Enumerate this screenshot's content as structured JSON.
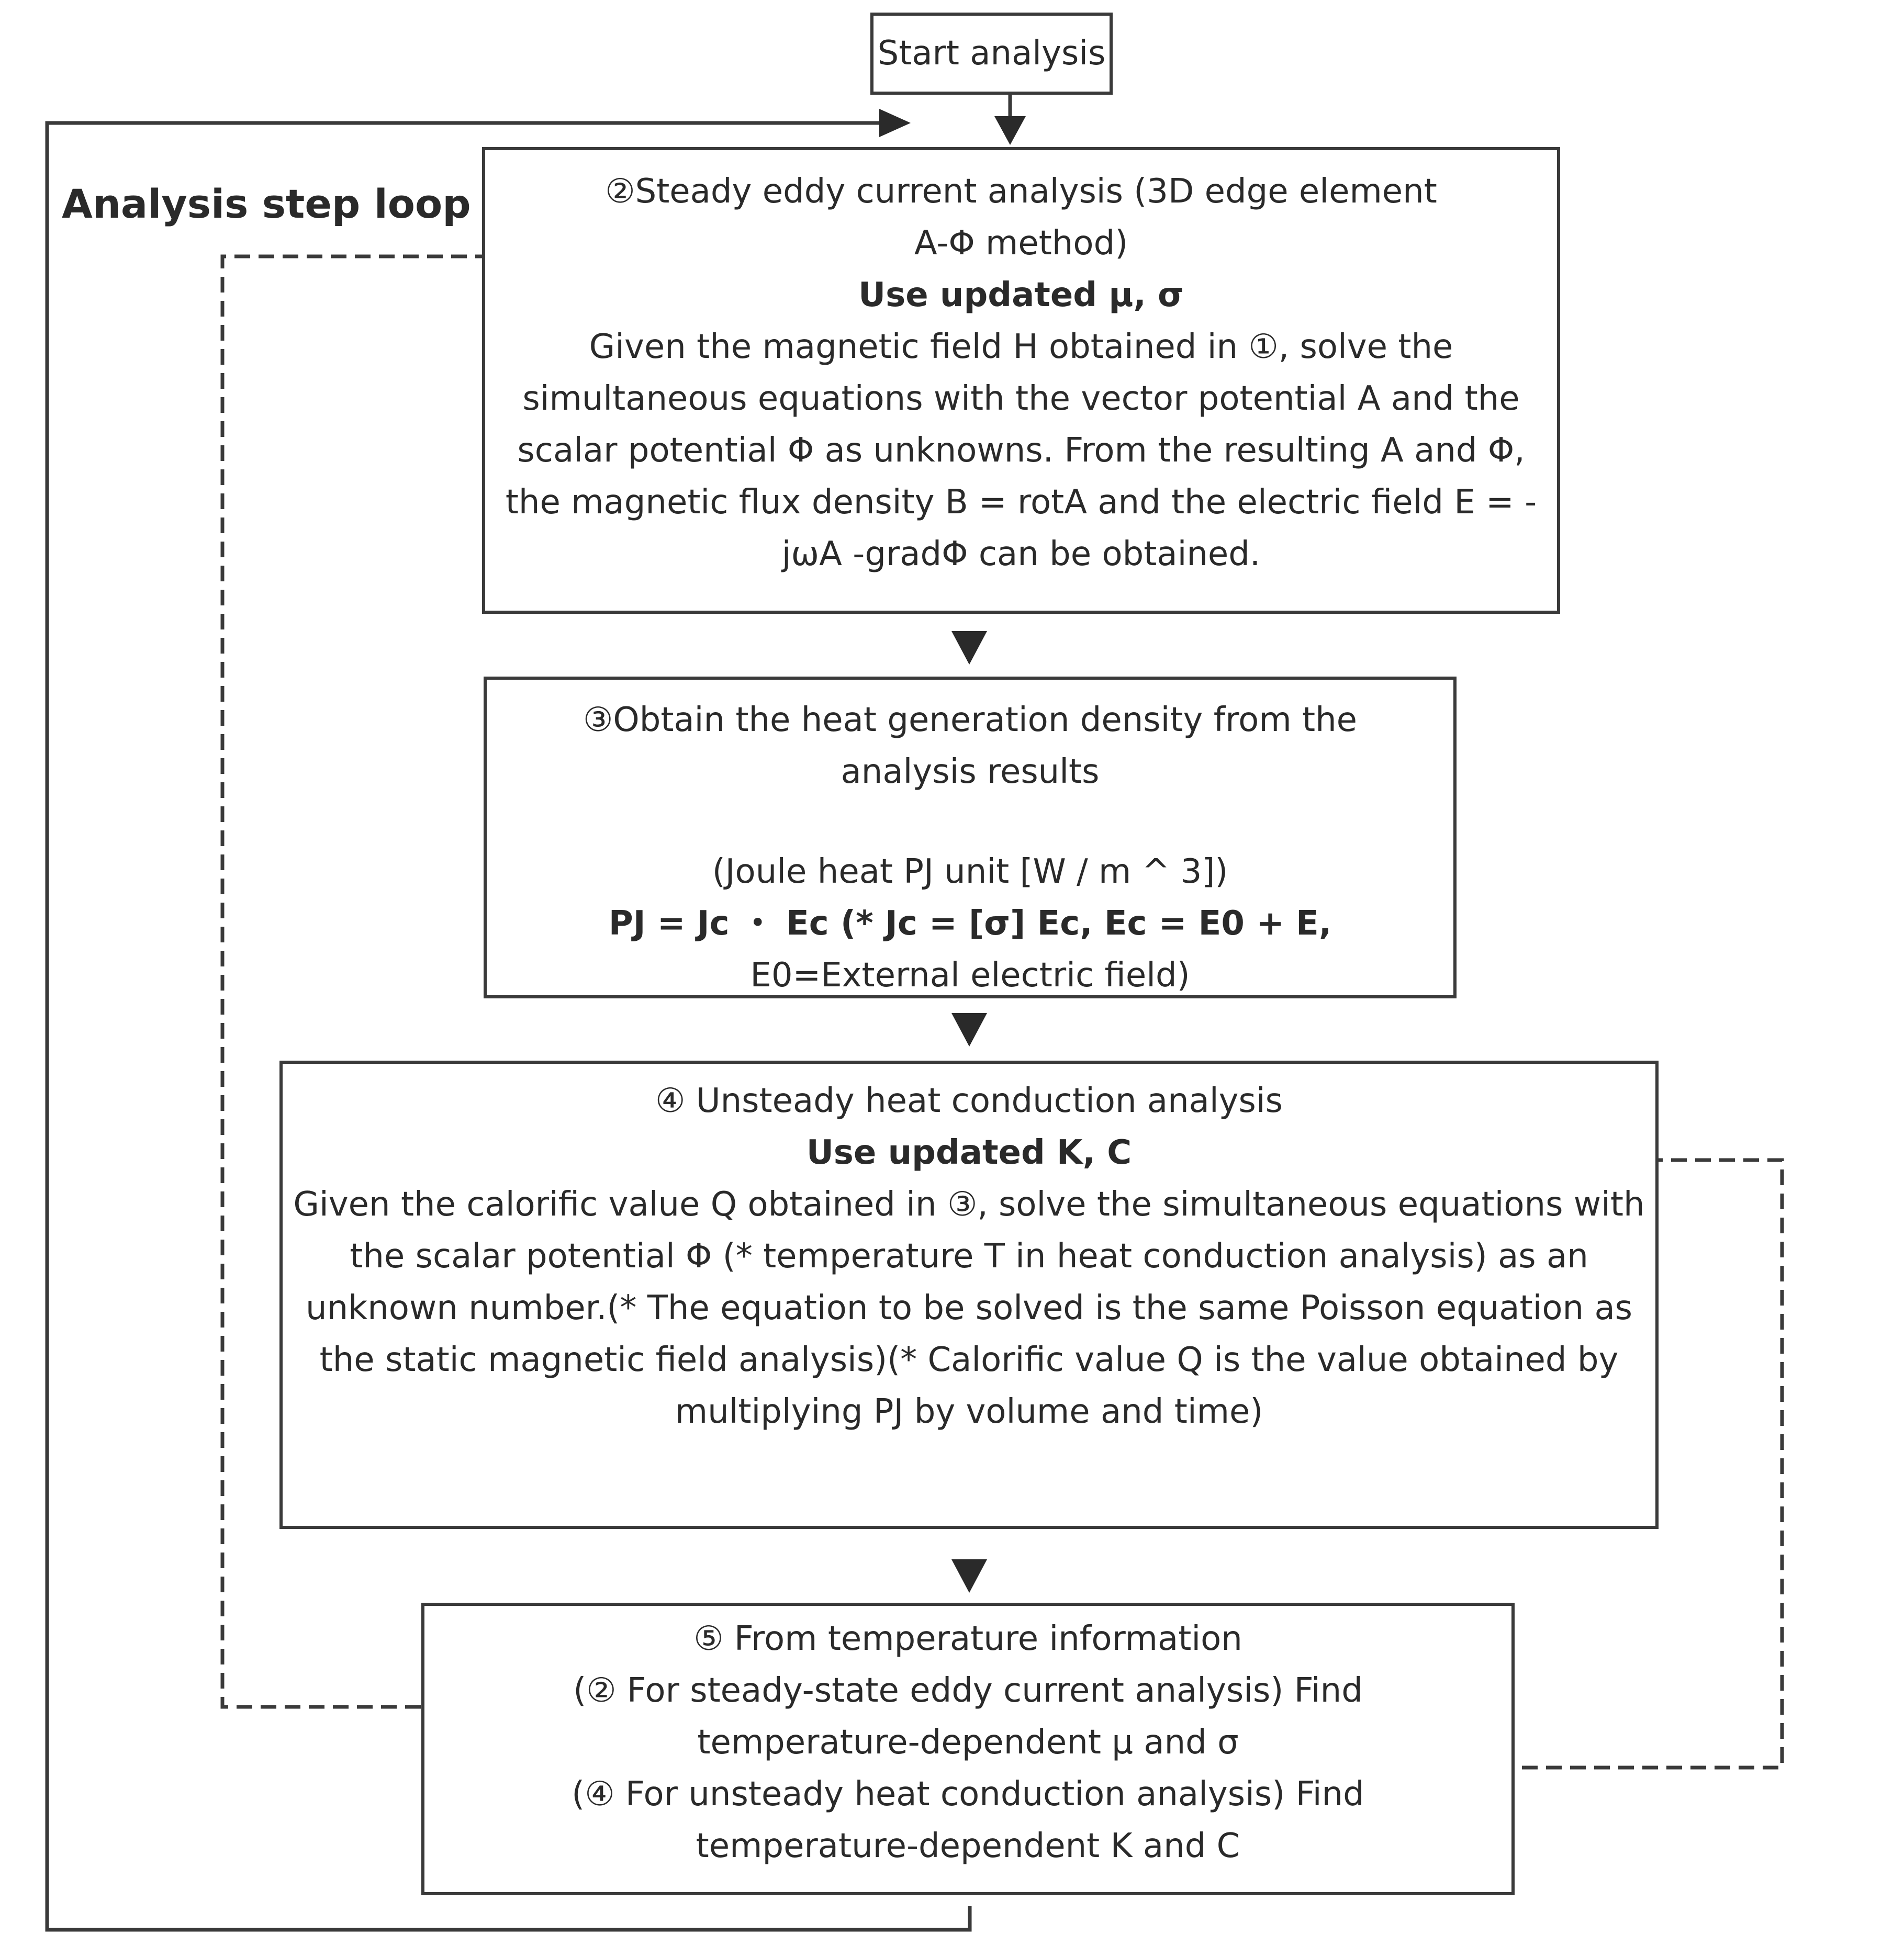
{
  "loop_label": "Analysis step loop",
  "start": "Start analysis",
  "step2": {
    "title": "②Steady eddy current analysis (3D edge element A-Φ method)",
    "note": "Use updated μ, σ",
    "body": "Given the magnetic field H obtained in ①, solve the simultaneous equations with the vector potential A and the scalar potential Φ as unknowns. From the resulting A and Φ, the magnetic flux density B = rotA and the electric field E = -jωA -gradΦ can be obtained."
  },
  "step3": {
    "title": "③Obtain the heat generation density from the analysis results",
    "unit": "(Joule heat PJ unit [W / m ^ 3])",
    "formula": "PJ = Jc ・ Ec (* Jc = [σ] Ec, Ec = E0 + E,",
    "formula_cont": "E0=External electric field)"
  },
  "step4": {
    "title": "④ Unsteady heat conduction analysis",
    "note": "Use updated K, C",
    "body": "Given the calorific value Q obtained in ③, solve the simultaneous equations with the scalar potential Φ (* temperature T in heat conduction analysis) as an unknown number.(* The equation to be solved is the same Poisson equation as the static magnetic field analysis)(* Calorific value Q is the value obtained by multiplying PJ by volume and time)"
  },
  "step5": {
    "title": "⑤ From temperature information",
    "line1": "(② For steady-state eddy current analysis) Find",
    "line2": "temperature-dependent μ and σ",
    "line3": "(④ For unsteady heat conduction analysis) Find",
    "line4": "temperature-dependent K and C"
  }
}
